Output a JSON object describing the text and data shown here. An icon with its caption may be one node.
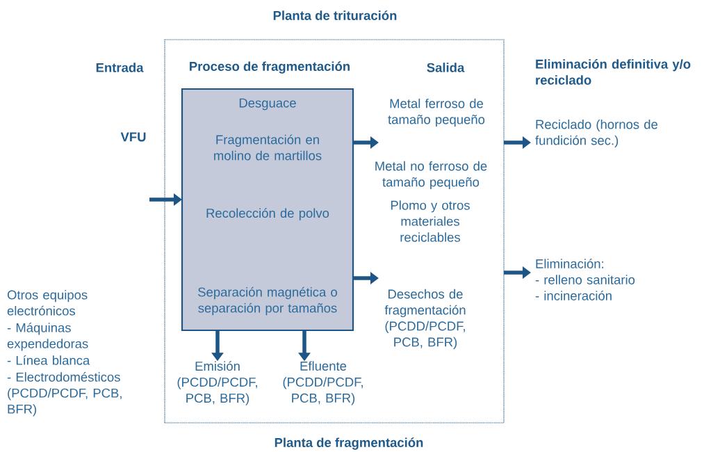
{
  "diagram": {
    "nodes": [
      {
        "text": [
          "Planta de trituración",
          "Planta de fragmentación"
        ]
      },
      {
        "text": [
          "Desguace",
          "Fragmentación en molino de martillos",
          "Recolección de polvo",
          "Separación magnética o separación por tamaños"
        ],
        "in": 0
      },
      {
        "text": [
          "Emisión (PCDD/PCDF, PCB, BFR)"
        ],
        "in": 0
      },
      {
        "text": [
          "Efluente (PCDD/PCDF, PCB, BFR)"
        ],
        "in": 0
      },
      {
        "text": [
          "Reciclado (hornos de fundición sec.)"
        ]
      },
      {
        "text": [
          "Eliminación:",
          "- relleno sanitario",
          "- incineración"
        ]
      }
    ],
    "edges": [
      {
        "from": null,
        "to": 1,
        "arrow": "to"
      },
      {
        "from": 1,
        "to": null,
        "arrow": "to"
      },
      {
        "from": 1,
        "to": null,
        "arrow": "to"
      },
      {
        "from": 1,
        "to": 2,
        "arrow": "to"
      },
      {
        "from": 1,
        "to": 3,
        "arrow": "to"
      },
      {
        "from": 0,
        "to": 4,
        "arrow": "to"
      },
      {
        "from": 0,
        "to": 5,
        "arrow": "to"
      }
    ],
    "labels": [
      "Entrada",
      "Proceso de fragmentación",
      "Salida",
      "Eliminación definitiva y/o reciclado",
      "VFU",
      "Metal ferroso de tamaño pequeño",
      "Metal no ferroso de tamaño pequeño",
      "Plomo y otros materiales reciclables",
      "Desechos de fragmentación (PCDD/PCDF, PCB, BFR)",
      "Otros equipos electrónicos",
      "- Máquinas expendedoras",
      "- Línea blanca",
      "- Electrodomésticos (PCDD/PCDF, PCB, BFR)"
    ]
  }
}
